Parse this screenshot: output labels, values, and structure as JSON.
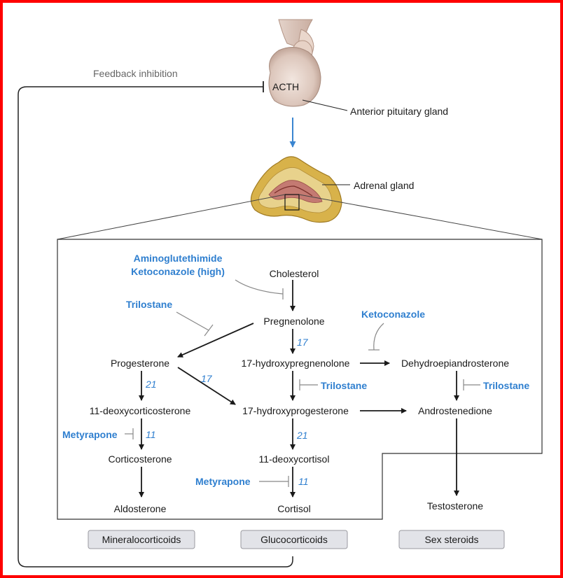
{
  "colors": {
    "frame": "#ff0000",
    "drug": "#2f7fcf",
    "text": "#1a1a1a",
    "line": "#222222",
    "inhibitor": "#888888",
    "badge_fill": "#e2e3e8",
    "badge_stroke": "#9a9aa0",
    "stimulatory_arrow": "#3a85d0"
  },
  "top": {
    "feedback_label": "Feedback inhibition",
    "acth_label": "ACTH",
    "pituitary_label": "Anterior pituitary gland",
    "adrenal_label": "Adrenal gland"
  },
  "compounds": {
    "cholesterol": "Cholesterol",
    "pregnenolone": "Pregnenolone",
    "progesterone": "Progesterone",
    "hydroxypregnenolone": "17-hydroxypregnenolone",
    "dhea": "Dehydroepiandrosterone",
    "deoxycorticosterone": "11-deoxycorticosterone",
    "hydroxyprogesterone": "17-hydroxyprogesterone",
    "androstenedione": "Androstenedione",
    "corticosterone": "Corticosterone",
    "deoxycortisol": "11-deoxycortisol",
    "aldosterone": "Aldosterone",
    "cortisol": "Cortisol",
    "testosterone": "Testosterone"
  },
  "drugs": {
    "aminoglutethimide": "Aminoglutethimide",
    "ketoconazole_high": "Ketoconazole (high)",
    "trilostane": "Trilostane",
    "ketoconazole": "Ketoconazole",
    "metyrapone": "Metyrapone"
  },
  "enzymes": {
    "e17": "17",
    "e21": "21",
    "e11": "11"
  },
  "categories": {
    "mineralocorticoids": "Mineralocorticoids",
    "glucocorticoids": "Glucocorticoids",
    "sex_steroids": "Sex steroids"
  }
}
